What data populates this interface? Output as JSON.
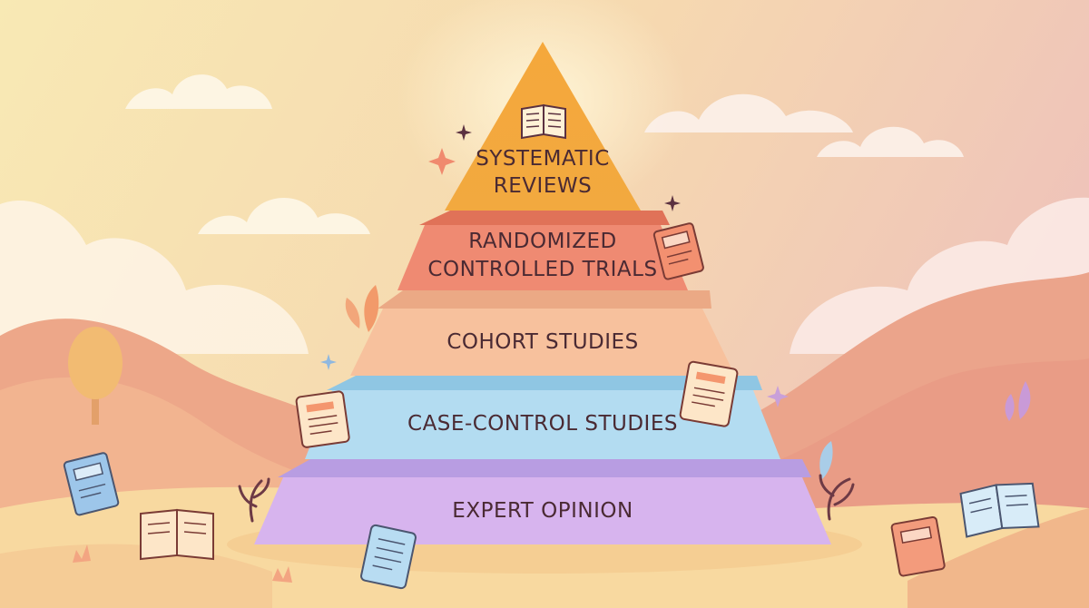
{
  "pyramid": {
    "tiers": [
      {
        "lines": [
          "SYSTEMATIC",
          "REVIEWS"
        ],
        "color": "#f4a23a",
        "side": "#e48b2a",
        "icon": "open-book-icon"
      },
      {
        "lines": [
          "RANDOMIZED",
          "CONTROLLED TRIALS"
        ],
        "color": "#ef8a72",
        "side": "#e07258"
      },
      {
        "lines": [
          "COHORT STUDIES"
        ],
        "color": "#f7c19d",
        "side": "#eba985"
      },
      {
        "lines": [
          "CASE-CONTROL STUDIES"
        ],
        "color": "#b3dcf1",
        "side": "#8fc6e3"
      },
      {
        "lines": [
          "EXPERT OPINION"
        ],
        "color": "#d7b4ee",
        "side": "#b89de2"
      }
    ]
  },
  "decor": {
    "icons": [
      "book-icon",
      "scroll-icon",
      "open-book-icon",
      "leaf-icon",
      "sparkle-icon",
      "cloud-icon",
      "tree-icon",
      "plant-icon"
    ]
  },
  "palette": {
    "sky_top": "#f7e6b2",
    "sky_right": "#efc7b8",
    "hill_near": "#f3b08d",
    "hill_far": "#e9a287",
    "ground": "#f7d9a6",
    "text": "#4a2a33"
  }
}
